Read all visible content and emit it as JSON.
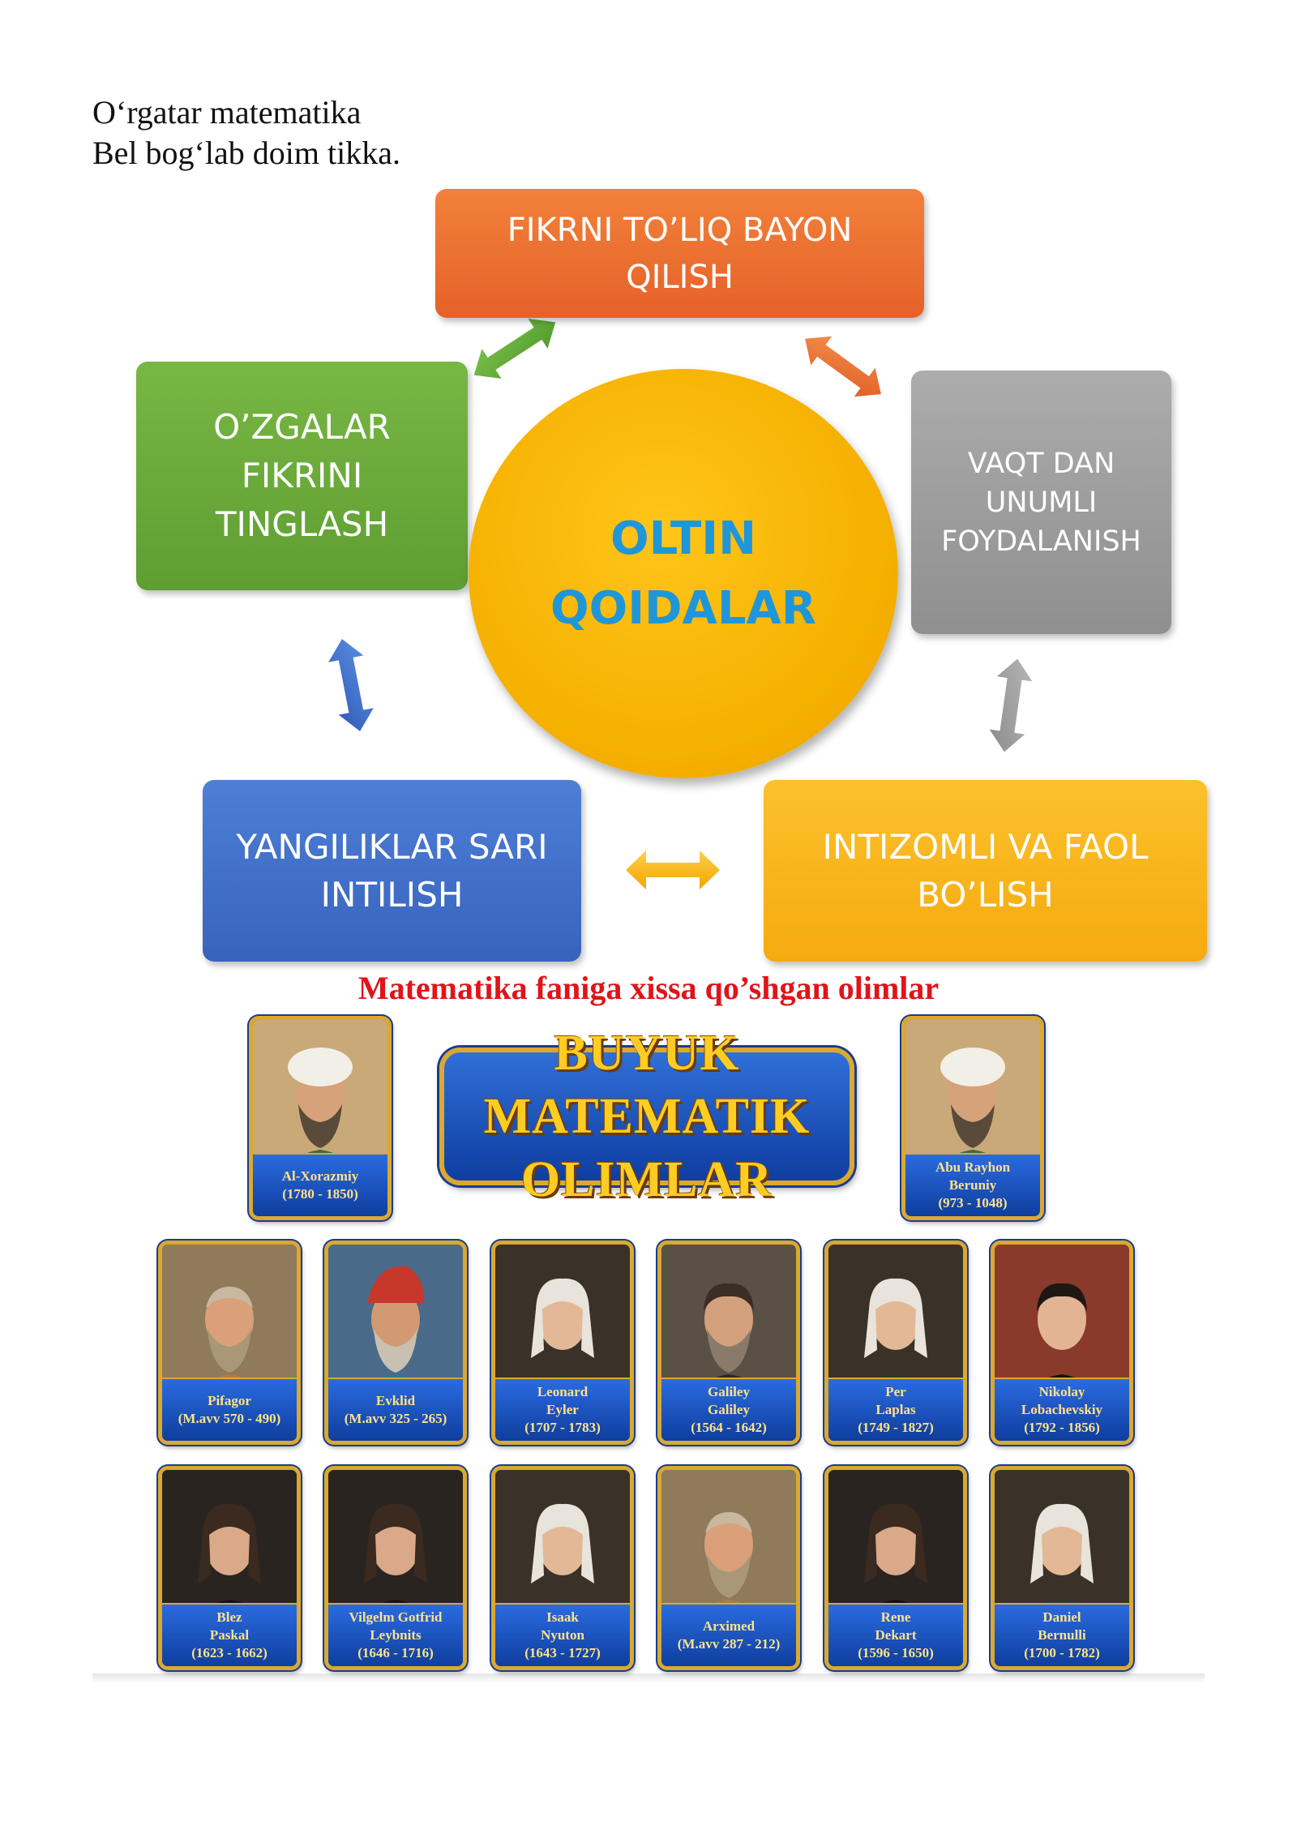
{
  "poem": {
    "line1": "O‘rgatar matematika",
    "line2": "Bel bog‘lab doim tikka."
  },
  "diagram": {
    "center": "OLTIN\nQOIDALAR",
    "top": "FIKRNI TO’LIQ BAYON\nQILISH",
    "left": "O’ZGALAR\nFIKRINI\nTINGLASH",
    "right": "VAQT DAN\nUNUMLI\nFOYDALANISH",
    "bottom_left": "YANGILIKLAR SARI\nINTILISH",
    "bottom_right": "INTIZOMLI VA FAOL\nBO’LISH",
    "colors": {
      "top": "#e8692e",
      "left": "#6aab3a",
      "right": "#9e9e9e",
      "bottom_left": "#4472c4",
      "bottom_right": "#f7b516",
      "center": "#f5b000",
      "center_text": "#1f96d8"
    }
  },
  "section": {
    "heading": "Matematika faniga xissa qo’shgan olimlar",
    "heading_color": "#e0141a"
  },
  "poster": {
    "banner": "BUYUK MATEMATIK\nOLIMLAR",
    "scientists": [
      {
        "lines": [
          "Al-Xorazmiy",
          "(1780 - 1850)"
        ],
        "portrait": "portrait-turban-white"
      },
      {
        "lines": [
          "Abu Rayhon",
          "Beruniy",
          "(973 - 1048)"
        ],
        "portrait": "portrait-turban-white"
      },
      {
        "lines": [
          "Pifagor",
          "(M.avv 570 - 490)"
        ],
        "portrait": "portrait-bald-beard"
      },
      {
        "lines": [
          "Evklid",
          "(M.avv 325 - 265)"
        ],
        "portrait": "portrait-red-cap"
      },
      {
        "lines": [
          "Leonard",
          "Eyler",
          "(1707 - 1783)"
        ],
        "portrait": "portrait-white-wig"
      },
      {
        "lines": [
          "Galiley",
          "Galiley",
          "(1564 - 1642)"
        ],
        "portrait": "portrait-dark-beard"
      },
      {
        "lines": [
          "Per",
          "Laplas",
          "(1749 - 1827)"
        ],
        "portrait": "portrait-white-wig"
      },
      {
        "lines": [
          "Nikolay",
          "Lobachevskiy",
          "(1792 - 1856)"
        ],
        "portrait": "portrait-dark-hair"
      },
      {
        "lines": [
          "Blez",
          "Paskal",
          "(1623 - 1662)"
        ],
        "portrait": "portrait-long-hair"
      },
      {
        "lines": [
          "Vilgelm Gotfrid",
          "Leybnits",
          "(1646 - 1716)"
        ],
        "portrait": "portrait-long-hair"
      },
      {
        "lines": [
          "Isaak",
          "Nyuton",
          "(1643 - 1727)"
        ],
        "portrait": "portrait-white-wig"
      },
      {
        "lines": [
          "Arximed",
          "(M.avv 287 - 212)"
        ],
        "portrait": "portrait-bald-beard"
      },
      {
        "lines": [
          "Rene",
          "Dekart",
          "(1596 - 1650)"
        ],
        "portrait": "portrait-long-hair"
      },
      {
        "lines": [
          "Daniel",
          "Bernulli",
          "(1700 - 1782)"
        ],
        "portrait": "portrait-white-wig"
      }
    ]
  }
}
